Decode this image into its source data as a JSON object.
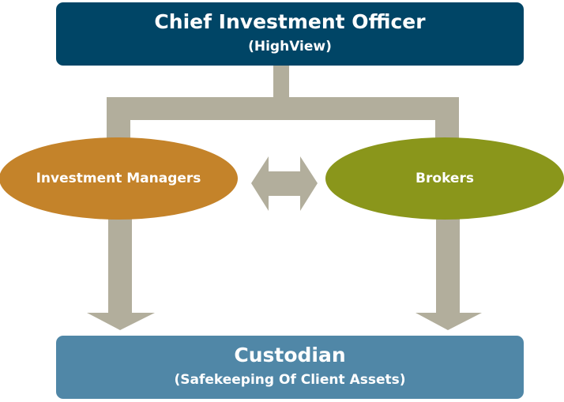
{
  "cio": {
    "title": "Chief Investment Officer",
    "subtitle": "(HighView)",
    "color": "#004566"
  },
  "investment_managers": {
    "label": "Investment Managers",
    "color": "#c4832a"
  },
  "brokers": {
    "label": "Brokers",
    "color": "#8a961b"
  },
  "custodian": {
    "title": "Custodian",
    "subtitle": "(Safekeeping Of Client Assets)",
    "color": "#5087a7"
  },
  "connector_color": "#b2ae9c",
  "relations": [
    {
      "from": "cio",
      "to": "investment_managers",
      "kind": "connector"
    },
    {
      "from": "cio",
      "to": "brokers",
      "kind": "connector"
    },
    {
      "from": "investment_managers",
      "to": "brokers",
      "kind": "bidirectional-arrow"
    },
    {
      "from": "investment_managers",
      "to": "custodian",
      "kind": "arrow"
    },
    {
      "from": "brokers",
      "to": "custodian",
      "kind": "arrow"
    }
  ]
}
